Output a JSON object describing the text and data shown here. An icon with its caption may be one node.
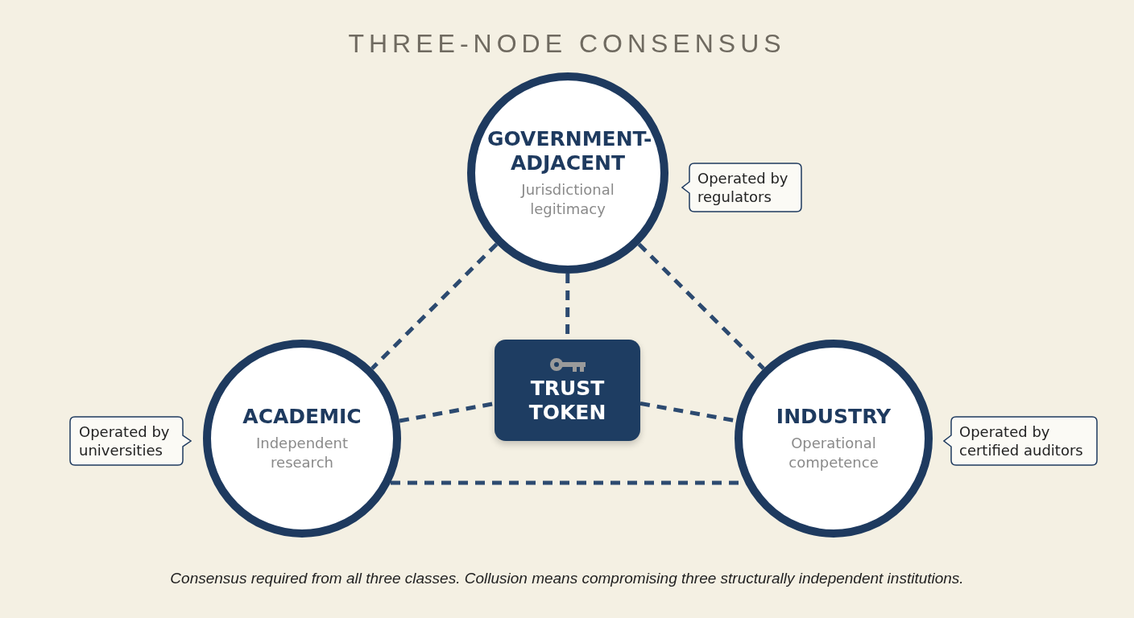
{
  "diagram": {
    "title": "THREE-NODE CONSENSUS",
    "nodes": [
      {
        "text": [
          "GOVERNMENT-ADJACENT",
          "Jurisdictional legitimacy"
        ],
        "beside": [
          "Operated by regulators"
        ]
      },
      {
        "text": [
          "ACADEMIC",
          "Independent research"
        ],
        "beside": [
          "Operated by universities"
        ]
      },
      {
        "text": [
          "TRUST TOKEN"
        ]
      },
      {
        "text": [
          "INDUSTRY",
          "Operational competence"
        ],
        "beside": [
          "Operated by certified auditors"
        ]
      }
    ],
    "edges": [
      {
        "from": 0,
        "to": 1,
        "arrow": "none",
        "style": "dashed"
      },
      {
        "from": 0,
        "to": 3,
        "arrow": "none",
        "style": "dashed"
      },
      {
        "from": 0,
        "to": 2,
        "arrow": "none",
        "style": "dashed"
      },
      {
        "from": 1,
        "to": 2,
        "arrow": "none",
        "style": "dashed"
      },
      {
        "from": 2,
        "to": 3,
        "arrow": "none",
        "style": "dashed"
      },
      {
        "from": 1,
        "to": 3,
        "arrow": "none",
        "style": "dashed"
      }
    ],
    "caption": "Consensus required from all three classes. Collusion means compromising three structurally independent institutions."
  }
}
